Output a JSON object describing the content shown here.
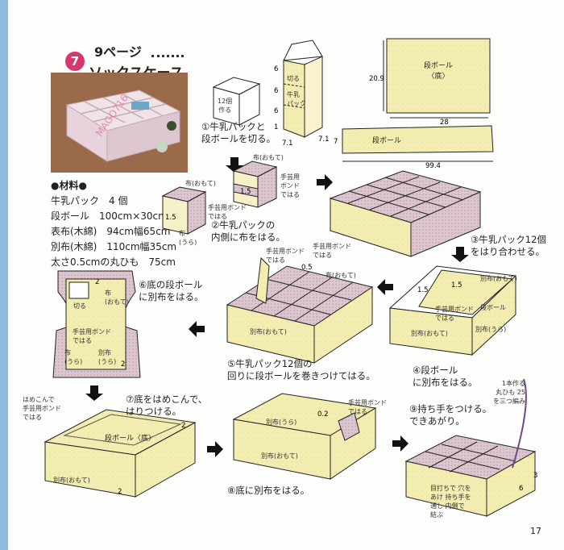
{
  "header": {
    "badge": "7",
    "page_ref": "9ページ",
    "title": "ソックスケース"
  },
  "photo": {
    "watermark": "MAGO716"
  },
  "materials": {
    "heading": "●材料●",
    "items": [
      "牛乳パック　4 個",
      "段ボール　100cm×30cm",
      "表布(木綿)　94cm幅65cm",
      "別布(木綿)　110cm幅35cm",
      "太さ0.5cmの丸ひも　75cm"
    ]
  },
  "steps": {
    "s1": [
      "①牛乳パックと",
      "段ボールを切る。"
    ],
    "s2": [
      "②牛乳パックの",
      "内側に布をはる。"
    ],
    "s3": [
      "③牛乳パック12個",
      "をはり合わせる。"
    ],
    "s4": [
      "④段ボール",
      "に別布をはる。"
    ],
    "s5": [
      "⑤牛乳パック12個の",
      "回りに段ボールを巻きつけてはる。"
    ],
    "s6": [
      "⑥底の段ボール",
      "に別布をはる。"
    ],
    "s7": [
      "⑦底をはめこんで、",
      "はりつける。"
    ],
    "s8": [
      "⑧底に別布をはる。"
    ],
    "s9": [
      "⑨持ち手をつける。",
      "できあがり。"
    ]
  },
  "labels": {
    "twelve_pieces": [
      "12個",
      "作る"
    ],
    "cut": "切る",
    "milk_pack": [
      "牛乳",
      "パック"
    ],
    "cardboard_bottom": [
      "段ボール",
      "〈底〉"
    ],
    "cardboard": "段ボール",
    "cloth_front": "布(おもて)",
    "cloth_back": [
      "布",
      "(うら)"
    ],
    "glue": [
      "手芸用",
      "ボンド",
      "では",
      "る"
    ],
    "glue_inline": [
      "手芸用ボンド",
      "ではる"
    ],
    "glue_s3": "手芸用ボンド",
    "betsu_front": "別布(おもて)",
    "betsu_back": "別布(うら)",
    "betsu": "別布(おもて)",
    "s6_cut": "切る",
    "s6_cloth_front": [
      "布",
      "(おもて)"
    ],
    "s6_glue": [
      "手芸用ボンド",
      "ではる"
    ],
    "s6_cloth_back": [
      "布",
      "(うら)"
    ],
    "s6_betsu_back": [
      "別布",
      "(うら)"
    ],
    "s7_glue": [
      "はめこんで",
      "手芸用ボンド",
      "ではる"
    ],
    "s8_glue": "手芸用ボンド",
    "s8_glue2": "ではる",
    "s9_braid": [
      "1本作る",
      "丸ひも 25",
      "を三つ編み"
    ],
    "s9_hole": [
      "目打ちで 穴を",
      "あけ 持ち手を",
      "通し 内側で",
      "結ぶ"
    ]
  },
  "dims": {
    "d6a": "6",
    "d6b": "6",
    "d6c": "6",
    "d1": "1",
    "d71a": "7.1",
    "d71b": "7.1",
    "d209": "20.9",
    "d28": "28",
    "d7": "7",
    "d994": "99.4",
    "d15a": "1.5",
    "d15b": "1.5",
    "d15c": "1.5",
    "d15d": "1.5",
    "d05": "0.5",
    "d2a": "2",
    "d2b": "2",
    "d2c": "2",
    "d2d": "2",
    "d02": "0.2",
    "d3": "3",
    "d6s9": "6"
  },
  "page_number": "17",
  "colors": {
    "badge": "#d9356f",
    "cardboard": "#f2ecae",
    "cloth": "#d9c2cc",
    "edge": "#bfa5b0"
  }
}
